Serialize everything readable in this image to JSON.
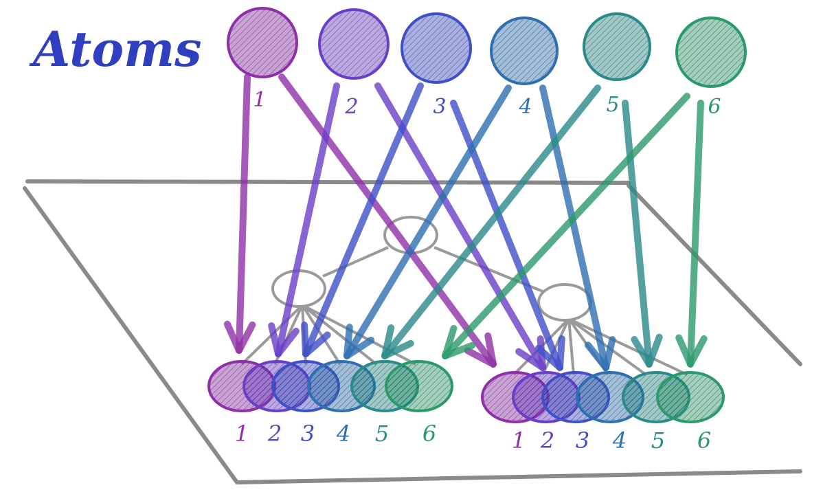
{
  "title": "Atoms",
  "colors": {
    "title": "#2f3fbf",
    "atom_1": "#8e2fa8",
    "atom_2": "#6a3fc8",
    "atom_3": "#3f4fc8",
    "atom_4": "#2e6fb0",
    "atom_5": "#2a8a8a",
    "atom_6": "#2a9a6a",
    "plane": "#8a8a8a",
    "tree": "#9a9a9a"
  },
  "atoms": [
    {
      "label": "1",
      "color_key": "atom_1"
    },
    {
      "label": "2",
      "color_key": "atom_2"
    },
    {
      "label": "3",
      "color_key": "atom_3"
    },
    {
      "label": "4",
      "color_key": "atom_4"
    },
    {
      "label": "5",
      "color_key": "atom_5"
    },
    {
      "label": "6",
      "color_key": "atom_6"
    }
  ],
  "left_group_labels": [
    "1",
    "2",
    "3",
    "4",
    "5",
    "6"
  ],
  "right_group_labels": [
    "1",
    "2",
    "3",
    "4",
    "5",
    "6"
  ]
}
